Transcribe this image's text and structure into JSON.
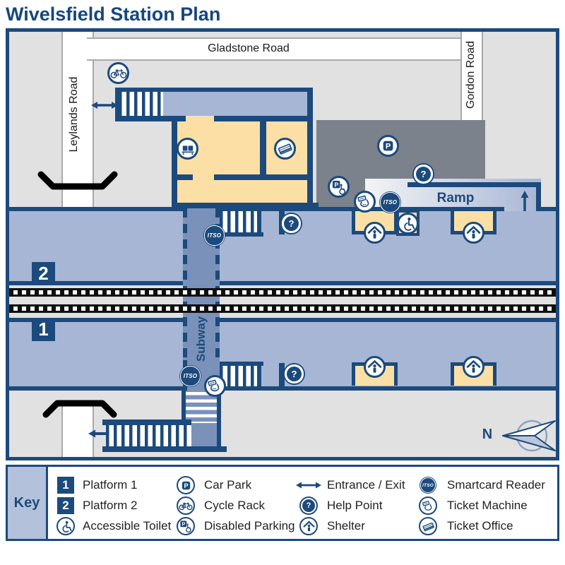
{
  "title": "Wivelsfield Station Plan",
  "map": {
    "roads": [
      {
        "name": "gladstone-road",
        "label": "Gladstone Road"
      },
      {
        "name": "leylands-road",
        "label": "Leylands Road"
      },
      {
        "name": "gordon-road",
        "label": "Gordon Road"
      }
    ],
    "areas": {
      "ramp_label": "Ramp",
      "subway_label": "Subway",
      "north_label": "N"
    },
    "platforms": [
      {
        "number": "1"
      },
      {
        "number": "2"
      }
    ],
    "itso_label": "ITSO",
    "glyphs": {
      "help": "?",
      "parking": "P"
    },
    "icons": [
      "cycle-rack-icon",
      "waiting-room-icon",
      "ticket-office-icon",
      "car-park-icon",
      "disabled-parking-icon",
      "ticket-machine-icon",
      "smartcard-reader-icon",
      "help-point-icon",
      "accessible-toilet-icon",
      "shelter-icon",
      "entrance-exit-arrow-icon",
      "ramp-direction-arrow-icon",
      "compass-icon"
    ]
  },
  "key": {
    "heading": "Key",
    "columns": [
      {
        "items": [
          {
            "icon": "platform-1-badge",
            "badge": "1",
            "label": "Platform 1"
          },
          {
            "icon": "platform-2-badge",
            "badge": "2",
            "label": "Platform 2"
          },
          {
            "icon": "accessible-toilet-icon",
            "label": "Accessible Toilet"
          }
        ]
      },
      {
        "items": [
          {
            "icon": "car-park-icon",
            "label": "Car Park"
          },
          {
            "icon": "cycle-rack-icon",
            "label": "Cycle Rack"
          },
          {
            "icon": "disabled-parking-icon",
            "label": "Disabled Parking"
          }
        ]
      },
      {
        "items": [
          {
            "icon": "entrance-exit-icon",
            "label": "Entrance / Exit"
          },
          {
            "icon": "help-point-icon",
            "label": "Help Point"
          },
          {
            "icon": "shelter-icon",
            "label": "Shelter"
          }
        ]
      },
      {
        "items": [
          {
            "icon": "smartcard-reader-icon",
            "label": "Smartcard Reader"
          },
          {
            "icon": "ticket-machine-icon",
            "label": "Ticket Machine"
          },
          {
            "icon": "ticket-office-icon",
            "label": "Ticket Office"
          }
        ]
      }
    ]
  },
  "colors": {
    "dark_blue": "#1c4a7c",
    "platform_blue": "#a7b6d5",
    "subway_blue": "#7a92ba",
    "building_cream": "#fbdfa4",
    "background_gray": "#e1e1e2",
    "car_park_gray": "#7c828b",
    "key_cell_blue": "#b4c1da",
    "road_white": "#ffffff",
    "track_black": "#0f0f0f"
  }
}
